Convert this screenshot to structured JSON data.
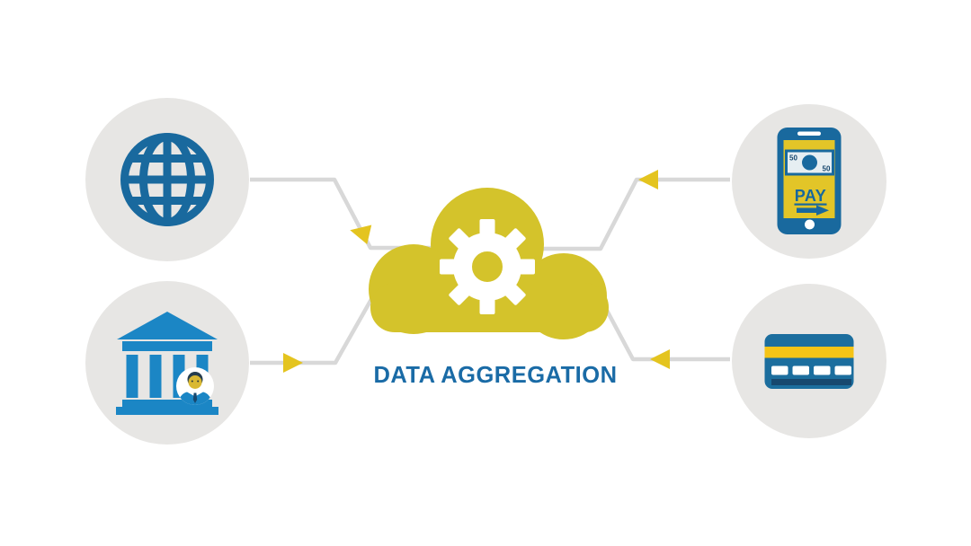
{
  "title": "DATA AGGREGATION",
  "diagram": {
    "center_node": "cloud-with-gear",
    "source_nodes": [
      "globe-web",
      "bank-with-advisor",
      "mobile-payment-phone",
      "credit-card"
    ],
    "flow": "four sources connect by lines with arrowheads into central cloud"
  },
  "phone": {
    "pay_label": "PAY",
    "note_value_top": "50",
    "note_value_bottom": "50"
  },
  "icons": {
    "top_left": "globe-icon",
    "bottom_left": "bank-icon",
    "top_right": "mobile-pay-icon",
    "bottom_right": "credit-card-icon",
    "center": "cloud-gear-icon"
  },
  "colors": {
    "background": "#ffffff",
    "circle_background": "#e7e6e4",
    "connector_gray": "#d8d8d8",
    "arrow_yellow": "#e4c41f",
    "cloud_yellow": "#d4c32b",
    "gear_white": "#ffffff",
    "globe_blue": "#19699e",
    "bank_blue": "#1b86c5",
    "phone_blue": "#19699e",
    "screen_yellow": "#e2c528",
    "note_light": "#e6eef2",
    "pay_blue": "#17689e",
    "card_blue": "#1c6e9e",
    "card_gold": "#f5c416",
    "card_navy": "#17486f",
    "face_yellow": "#d9b832",
    "hair_dark": "#253d4e",
    "title_blue": "#1a6ba6"
  }
}
